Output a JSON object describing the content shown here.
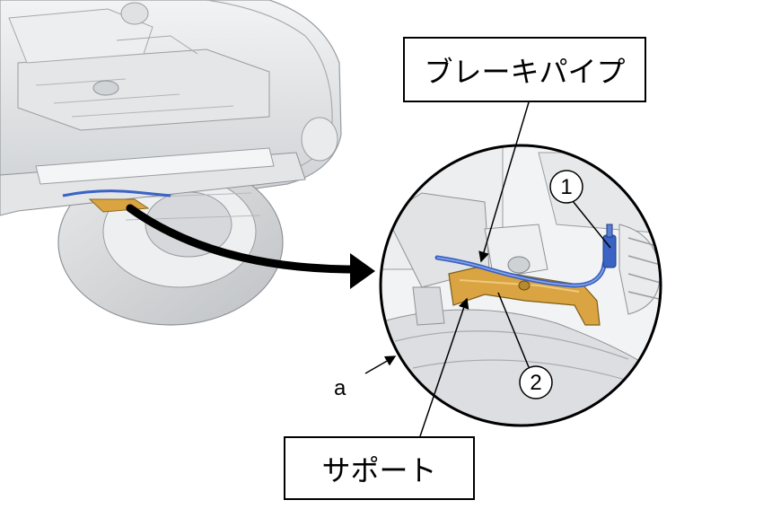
{
  "labels": {
    "brake_pipe": "ブレーキパイプ",
    "support": "サポート",
    "callout_1": "1",
    "callout_2": "2",
    "view_marker": "a"
  },
  "colors": {
    "brake_pipe": "#3a63c4",
    "support_bracket": "#d9a441",
    "body_gray": "#d9dbdd",
    "line": "#000000"
  }
}
